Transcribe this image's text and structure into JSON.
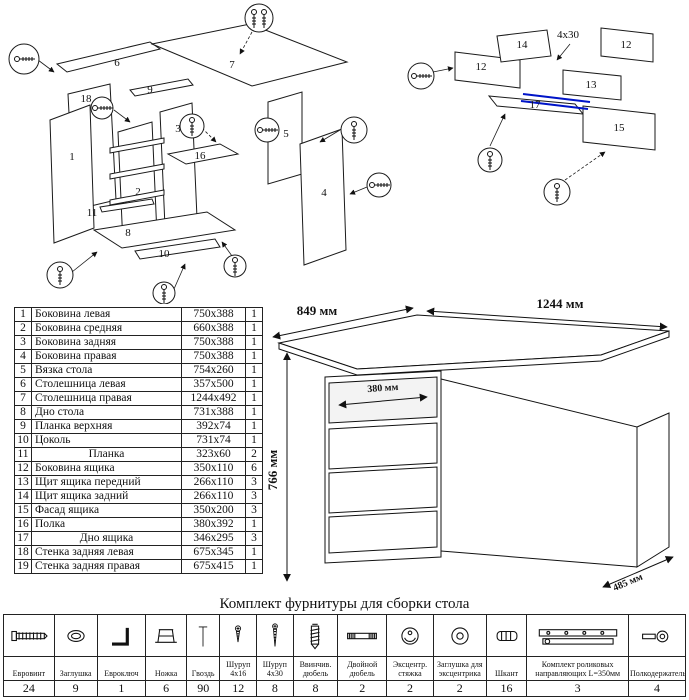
{
  "exploded_main": {
    "labels": {
      "p1": "1",
      "p2": "2",
      "p3": "3",
      "p4": "4",
      "p5": "5",
      "p6": "6",
      "p7": "7",
      "p8": "8",
      "p9": "9",
      "p10": "10",
      "p11": "11",
      "p16": "16",
      "p18": "18"
    }
  },
  "exploded_drawer": {
    "labels": {
      "p12a": "12",
      "p12b": "12",
      "p13": "13",
      "p14": "14",
      "p15": "15",
      "p17": "17"
    },
    "note": "4x30"
  },
  "desk": {
    "dims": {
      "left": "849 мм",
      "right": "1244 мм",
      "height": "766 мм",
      "inner": "380 мм",
      "depth": "485 мм"
    }
  },
  "parts_table": {
    "rows": [
      {
        "n": "1",
        "name": "Боковина левая",
        "size": "750x388",
        "qty": "1"
      },
      {
        "n": "2",
        "name": "Боковина средняя",
        "size": "660x388",
        "qty": "1"
      },
      {
        "n": "3",
        "name": "Боковина задняя",
        "size": "750x388",
        "qty": "1"
      },
      {
        "n": "4",
        "name": "Боковина правая",
        "size": "750x388",
        "qty": "1"
      },
      {
        "n": "5",
        "name": "Вязка стола",
        "size": "754x260",
        "qty": "1"
      },
      {
        "n": "6",
        "name": "Столешница левая",
        "size": "357x500",
        "qty": "1"
      },
      {
        "n": "7",
        "name": "Столешница правая",
        "size": "1244x492",
        "qty": "1"
      },
      {
        "n": "8",
        "name": "Дно стола",
        "size": "731x388",
        "qty": "1"
      },
      {
        "n": "9",
        "name": "Планка верхняя",
        "size": "392x74",
        "qty": "1"
      },
      {
        "n": "10",
        "name": "Цоколь",
        "size": "731x74",
        "qty": "1"
      },
      {
        "n": "11",
        "name": "Планка",
        "size": "323x60",
        "qty": "2"
      },
      {
        "n": "12",
        "name": "Боковина ящика",
        "size": "350x110",
        "qty": "6"
      },
      {
        "n": "13",
        "name": "Щит ящика передний",
        "size": "266x110",
        "qty": "3"
      },
      {
        "n": "14",
        "name": "Щит ящика задний",
        "size": "266x110",
        "qty": "3"
      },
      {
        "n": "15",
        "name": "Фасад ящика",
        "size": "350x200",
        "qty": "3"
      },
      {
        "n": "16",
        "name": "Полка",
        "size": "380x392",
        "qty": "1"
      },
      {
        "n": "17",
        "name": "Дно ящика",
        "size": "346x295",
        "qty": "3"
      },
      {
        "n": "18",
        "name": "Стенка задняя левая",
        "size": "675x345",
        "qty": "1"
      },
      {
        "n": "19",
        "name": "Стенка задняя правая",
        "size": "675x415",
        "qty": "1"
      }
    ]
  },
  "hardware": {
    "title": "Комплект фурнитуры для сборки стола",
    "items": [
      {
        "name": "Евровинт",
        "qty": "24"
      },
      {
        "name": "Заглушка",
        "qty": "9"
      },
      {
        "name": "Евроключ",
        "qty": "1"
      },
      {
        "name": "Ножка",
        "qty": "6"
      },
      {
        "name": "Гвоздь",
        "qty": "90"
      },
      {
        "name": "Шуруп 4x16",
        "qty": "12"
      },
      {
        "name": "Шуруп 4x30",
        "qty": "8"
      },
      {
        "name": "Ввинчив. дюбель",
        "qty": "8"
      },
      {
        "name": "Двойной дюбель",
        "qty": "2"
      },
      {
        "name": "Эксцентр. стяжка",
        "qty": "2"
      },
      {
        "name": "Заглушка для эксцентрика",
        "qty": "2"
      },
      {
        "name": "Шкант",
        "qty": "16"
      },
      {
        "name": "Комплект роликовых направляющих L=350мм",
        "qty": "3"
      },
      {
        "name": "Полкодержатель",
        "qty": "4"
      }
    ]
  }
}
